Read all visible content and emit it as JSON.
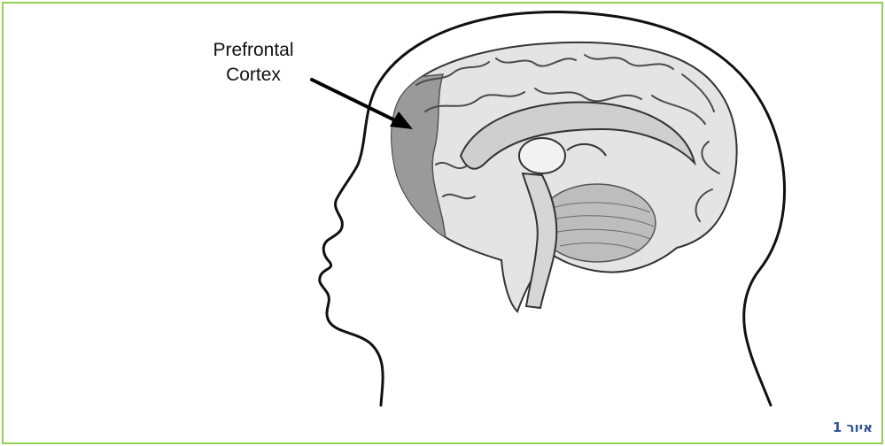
{
  "figure": {
    "callout_line1": "Prefrontal",
    "callout_line2": "Cortex",
    "caption": "איור 1"
  },
  "colors": {
    "frame_border": "#92d050",
    "caption_text": "#2f5496",
    "prefrontal_shading": "#9a9a9a",
    "brain_fill": "#e4e4e4"
  },
  "icons": {
    "pointer": "arrow-icon"
  }
}
